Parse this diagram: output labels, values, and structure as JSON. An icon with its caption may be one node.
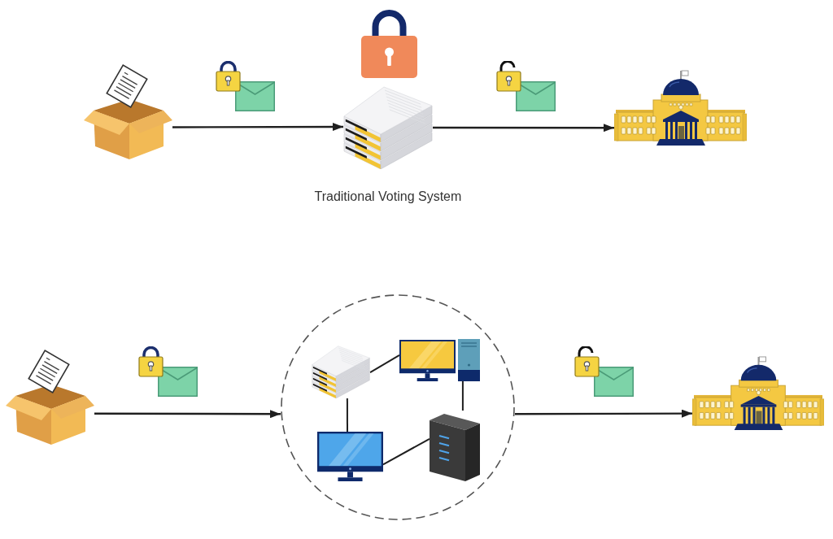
{
  "diagram": {
    "nodes": [
      {
        "text": [],
        "shape": "picture"
      },
      {
        "text": [],
        "shape": "picture",
        "beside": [
          "Traditional Voting System"
        ]
      },
      {
        "text": [],
        "shape": "picture"
      },
      {
        "text": [],
        "shape": "picture"
      },
      {
        "text": [],
        "shape": "circle"
      },
      {
        "text": [],
        "shape": "picture",
        "in": 4
      },
      {
        "text": [],
        "shape": "picture",
        "in": 4
      },
      {
        "text": [],
        "shape": "picture",
        "in": 4
      },
      {
        "text": [],
        "shape": "picture",
        "in": 4
      },
      {
        "text": [],
        "shape": "picture",
        "in": 4
      },
      {
        "text": [],
        "shape": "picture"
      }
    ],
    "edges": [
      {
        "from": 0,
        "to": 1,
        "arrow": "to"
      },
      {
        "from": 1,
        "to": 2,
        "arrow": "to"
      },
      {
        "from": 3,
        "to": 4,
        "arrow": "to"
      },
      {
        "from": 4,
        "to": 10,
        "arrow": "to"
      },
      {
        "from": 5,
        "to": 6,
        "arrow": "none"
      },
      {
        "from": 5,
        "to": 8,
        "arrow": "none"
      },
      {
        "from": 7,
        "to": 9,
        "arrow": "none"
      },
      {
        "from": 8,
        "to": 9,
        "arrow": "none"
      }
    ]
  }
}
